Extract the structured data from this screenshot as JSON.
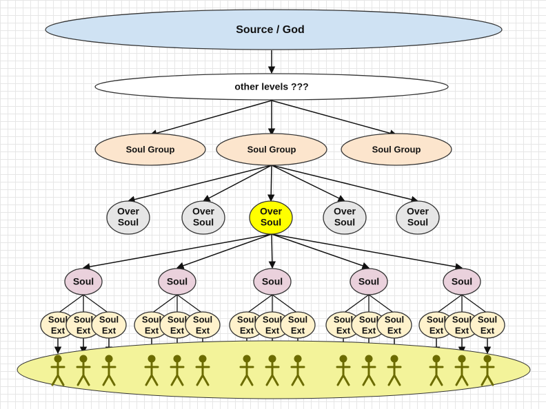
{
  "nodes": {
    "source": "Source / God",
    "other_levels": "other levels ???",
    "soul_groups": [
      "Soul Group",
      "Soul Group",
      "Soul Group"
    ],
    "over_souls": [
      {
        "line1": "Over",
        "line2": "Soul",
        "highlighted": false
      },
      {
        "line1": "Over",
        "line2": "Soul",
        "highlighted": false
      },
      {
        "line1": "Over",
        "line2": "Soul",
        "highlighted": true
      },
      {
        "line1": "Over",
        "line2": "Soul",
        "highlighted": false
      },
      {
        "line1": "Over",
        "line2": "Soul",
        "highlighted": false
      }
    ],
    "souls": [
      "Soul",
      "Soul",
      "Soul",
      "Soul",
      "Soul"
    ],
    "soul_ext": {
      "line1": "Soul",
      "line2": "Ext",
      "per_soul": 3
    },
    "human_figure_count": 15
  },
  "colors": {
    "source_fill": "#cfe2f3",
    "other_levels_fill": "#ffffff",
    "soul_group_fill": "#fce5cd",
    "over_soul_fill": "#e6e6e6",
    "over_soul_highlight": "#ffff00",
    "soul_fill": "#ead1dc",
    "soul_ext_fill": "#fff2cc",
    "earth_fill": "#f3f39a",
    "figure_color": "#6b6b00",
    "edge_color": "#111111"
  }
}
